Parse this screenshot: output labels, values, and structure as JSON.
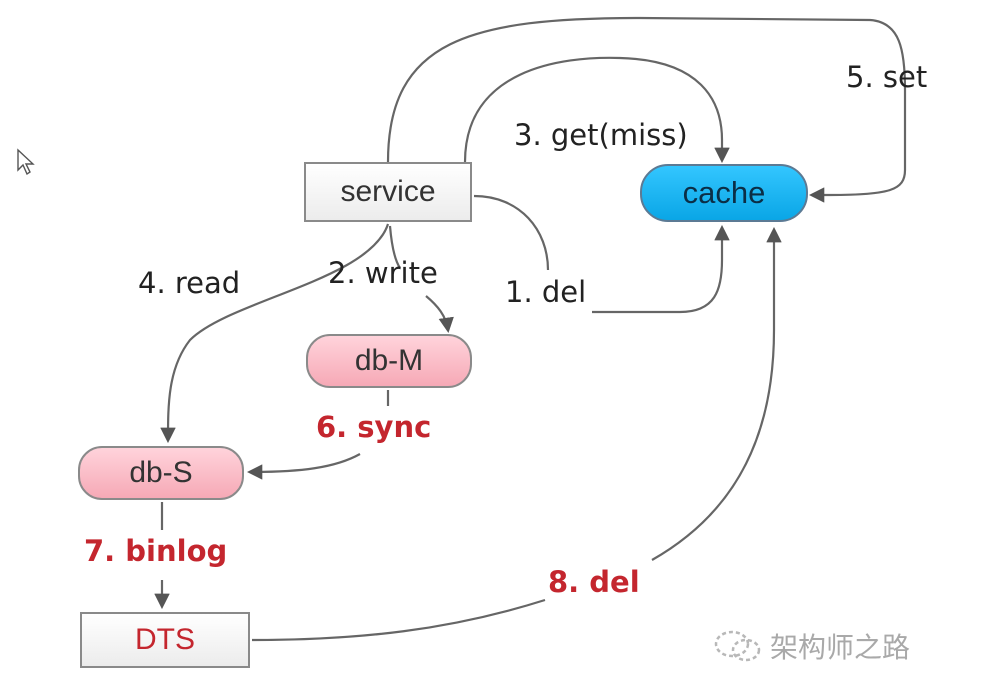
{
  "nodes": {
    "service": "service",
    "cache": "cache",
    "db_m": "db-M",
    "db_s": "db-S",
    "dts": "DTS"
  },
  "edges": {
    "step1": "1. del",
    "step2": "2. write",
    "step3": "3. get(miss)",
    "step4": "4. read",
    "step5": "5. set",
    "step6": "6. sync",
    "step7": "7. binlog",
    "step8": "8. del"
  },
  "watermark": {
    "text": "架构师之路",
    "icon": "wechat-icon"
  },
  "colors": {
    "cache_fill": "#1ab2f0",
    "db_fill": "#f9b7c2",
    "highlight_text": "#c4262e",
    "arrow": "#555555"
  },
  "icons": {
    "pointer": "mouse-pointer-icon"
  }
}
